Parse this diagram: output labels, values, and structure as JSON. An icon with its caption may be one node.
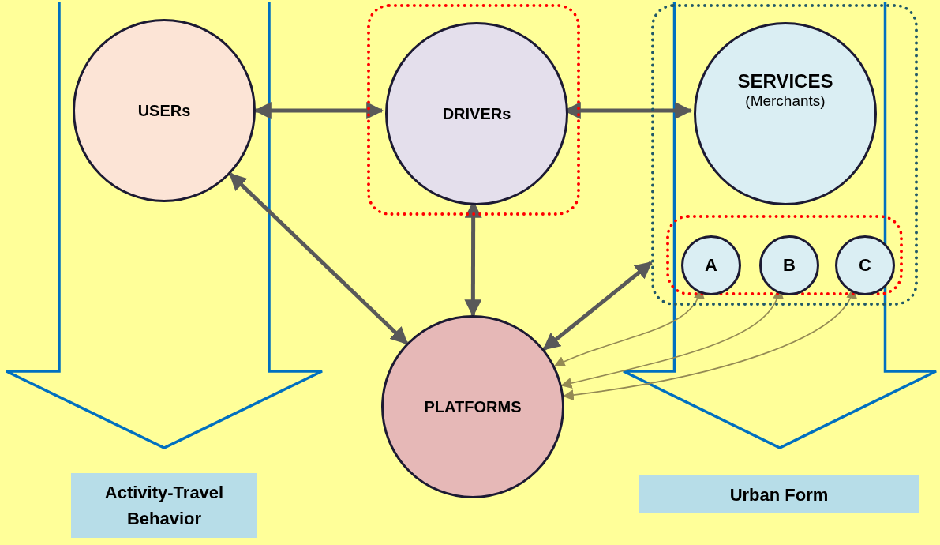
{
  "diagram": {
    "nodes": [
      {
        "text": [
          "USERs"
        ]
      },
      {
        "text": [],
        "shape": "box"
      },
      {
        "text": [
          "DRIVERs"
        ],
        "in": 1
      },
      {
        "text": [],
        "shape": "box"
      },
      {
        "text": [
          "SERVICES",
          "(Merchants)"
        ],
        "in": 3
      },
      {
        "text": [],
        "shape": "box",
        "in": 3
      },
      {
        "text": [
          "A"
        ],
        "in": 5
      },
      {
        "text": [
          "B"
        ],
        "in": 5
      },
      {
        "text": [
          "C"
        ],
        "in": 5
      },
      {
        "text": [
          "PLATFORMS"
        ]
      },
      {
        "text": [
          "Activity-Travel Behavior"
        ]
      },
      {
        "text": [
          "Urban Form"
        ]
      }
    ],
    "edges": [
      {
        "from": 0,
        "to": 2,
        "arrow": "both"
      },
      {
        "from": 2,
        "to": 4,
        "arrow": "both"
      },
      {
        "from": 0,
        "to": 9,
        "arrow": "both"
      },
      {
        "from": 2,
        "to": 9,
        "arrow": "both"
      },
      {
        "from": 9,
        "to": 3,
        "arrow": "both"
      },
      {
        "from": 6,
        "to": 9,
        "arrow": "both",
        "color": "#948a54"
      },
      {
        "from": 7,
        "to": 9,
        "arrow": "both",
        "color": "#948a54"
      },
      {
        "from": 8,
        "to": 9,
        "arrow": "both",
        "color": "#948a54"
      }
    ]
  }
}
